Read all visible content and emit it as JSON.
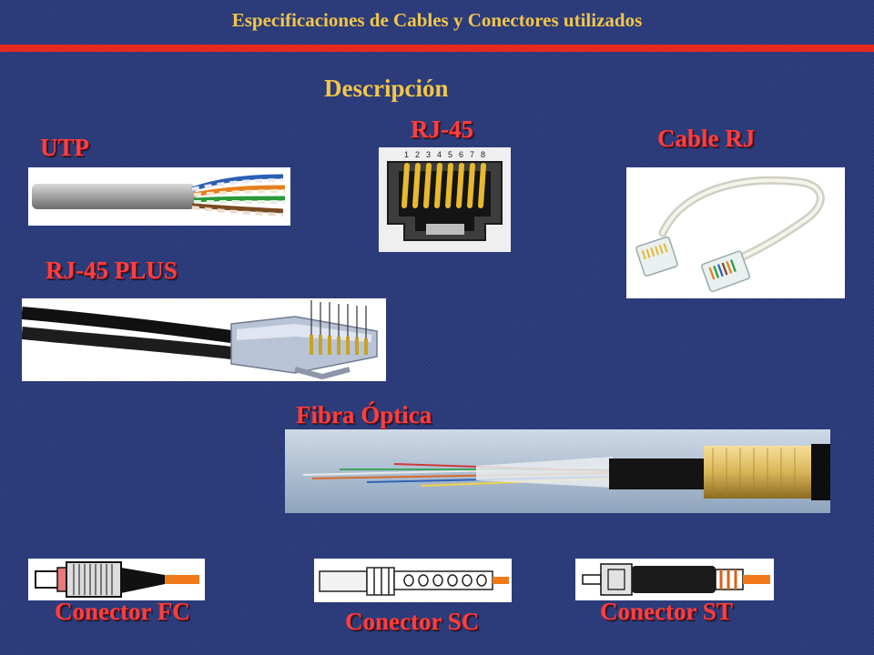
{
  "header": {
    "title": "Especificaciones de Cables y Conectores utilizados"
  },
  "subtitle": "Descripción",
  "labels": {
    "utp": "UTP",
    "rj45": "RJ-45",
    "cable_rj": "Cable RJ",
    "rj45_plus": "RJ-45 PLUS",
    "fibra": "Fibra Óptica",
    "conector_fc": "Conector FC",
    "conector_sc": "Conector SC",
    "conector_st": "Conector ST"
  },
  "rj45_pin_numbers": [
    "1",
    "2",
    "3",
    "4",
    "5",
    "6",
    "7",
    "8"
  ],
  "colors": {
    "background": "#2a3a7a",
    "title": "#f2c64a",
    "rule": "#e62a1f",
    "label": "#ff3f3f"
  }
}
